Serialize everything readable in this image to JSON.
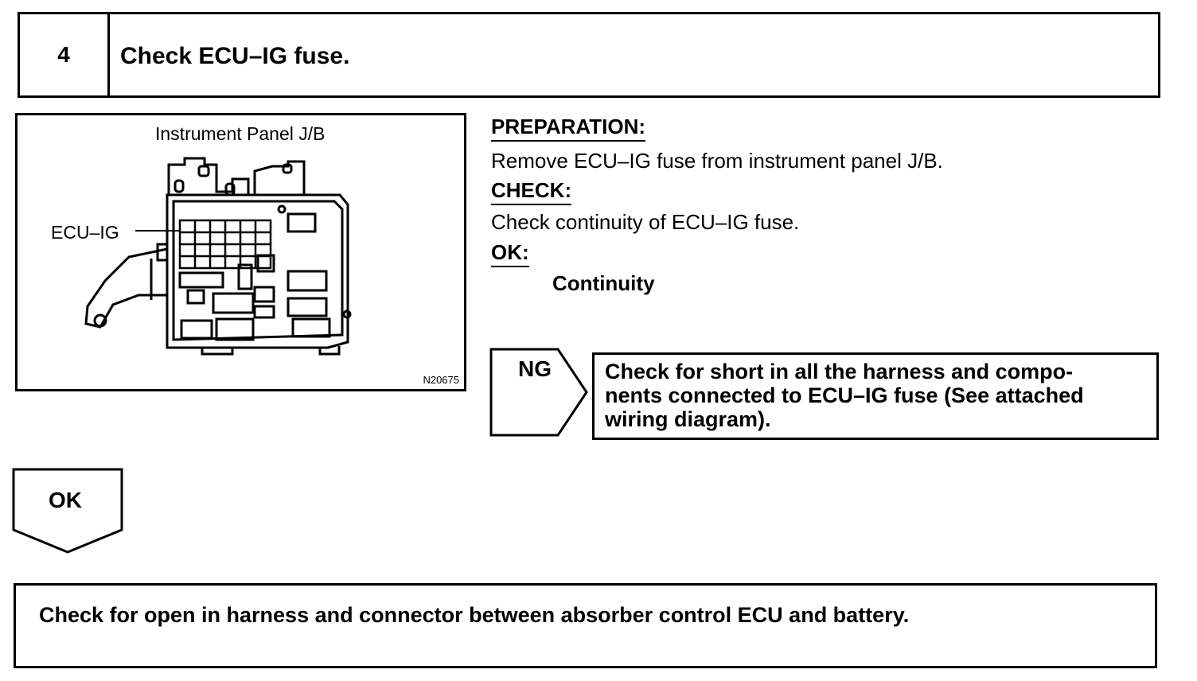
{
  "step": {
    "number": "4",
    "title": "Check ECU–IG fuse."
  },
  "figure": {
    "caption": "Instrument Panel J/B",
    "label": "ECU–IG",
    "code": "N20675"
  },
  "procedure": {
    "preparation_heading": "PREPARATION:",
    "preparation_text": "Remove ECU–IG fuse from instrument panel J/B.",
    "check_heading": "CHECK:",
    "check_text": "Check continuity of ECU–IG fuse.",
    "ok_heading": "OK:",
    "ok_value": "Continuity"
  },
  "ng_branch": {
    "label": "NG",
    "lines": [
      "Check for short in all the harness and compo-",
      "nents connected to ECU–IG fuse (See attached",
      "wiring diagram)."
    ]
  },
  "ok_branch": {
    "label": "OK"
  },
  "next_step": {
    "text": "Check for open in harness and connector between absorber control ECU and battery."
  }
}
